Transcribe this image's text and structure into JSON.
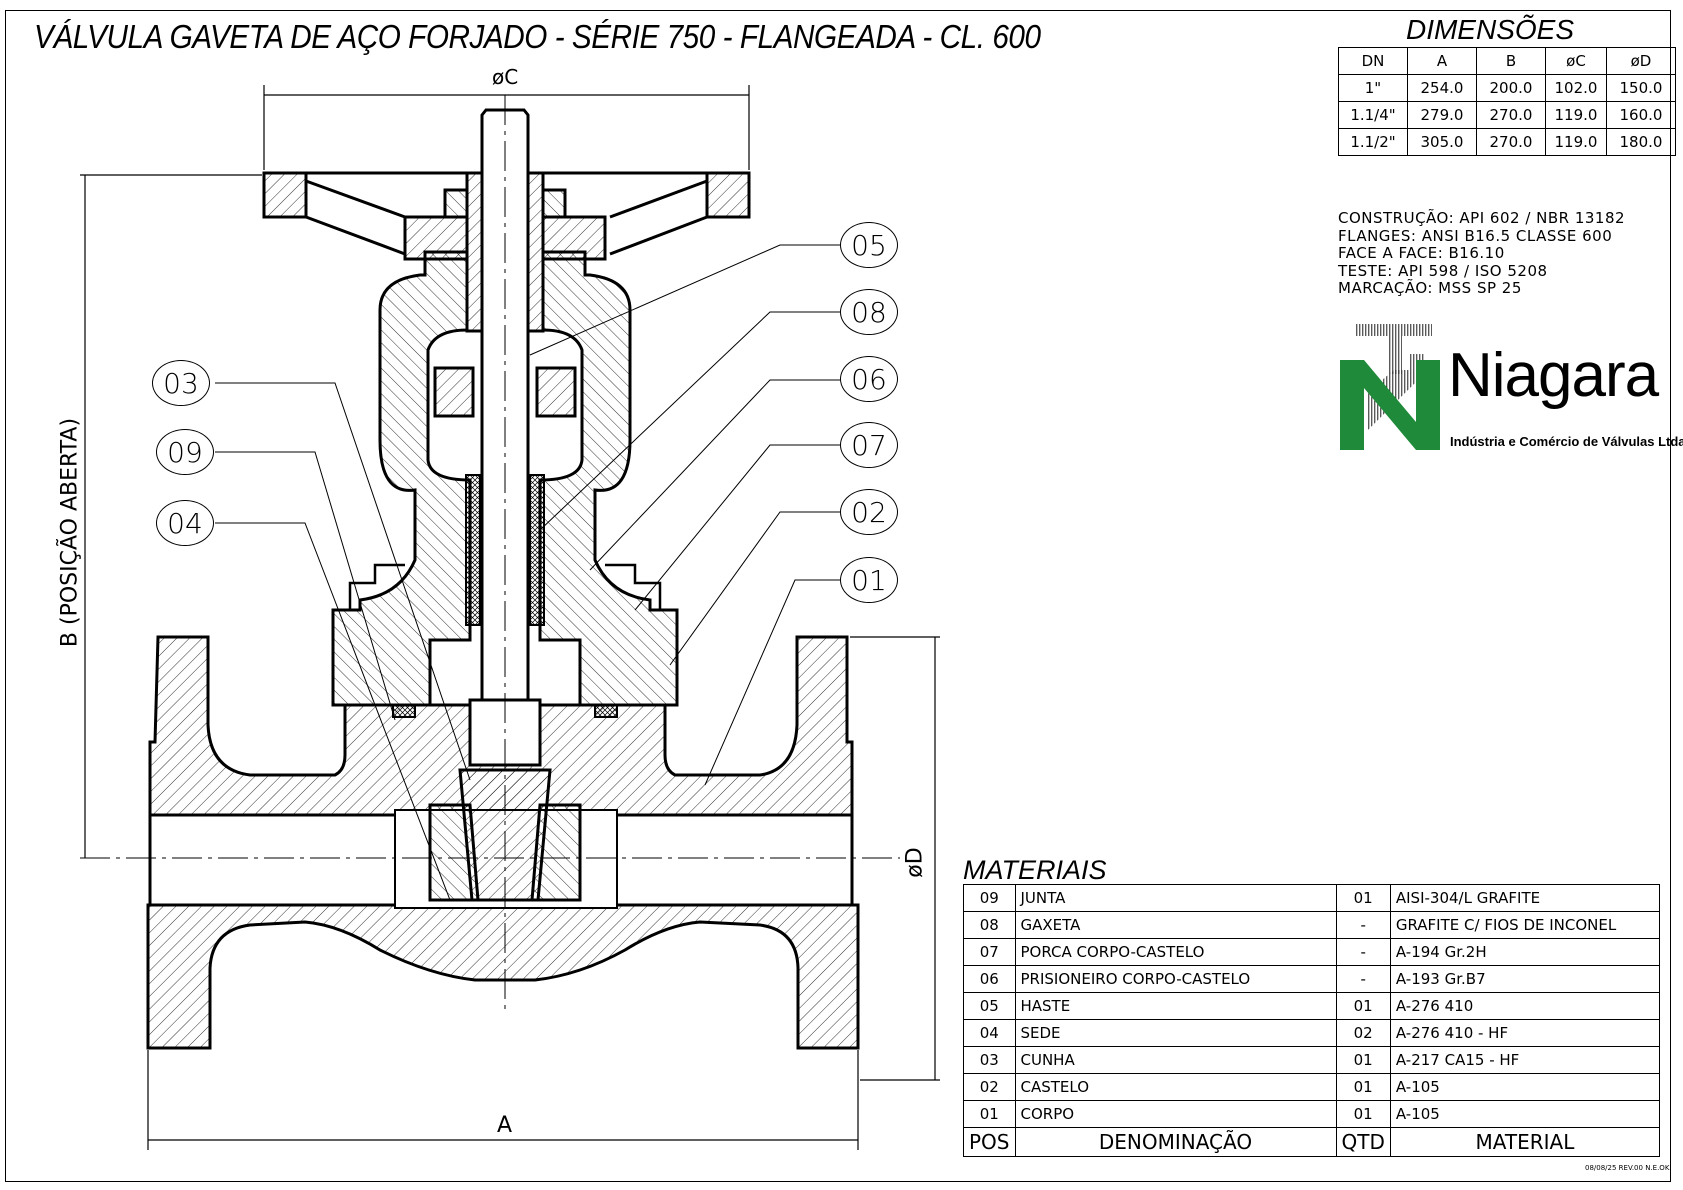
{
  "title": "VÁLVULA GAVETA DE AÇO FORJADO - SÉRIE 750 - FLANGEADA - CL. 600",
  "dimensions": {
    "title": "DIMENSÕES",
    "headers": [
      "DN",
      "A",
      "B",
      "øC",
      "øD"
    ],
    "rows": [
      [
        "1\"",
        "254.0",
        "200.0",
        "102.0",
        "150.0"
      ],
      [
        "1.1/4\"",
        "279.0",
        "270.0",
        "119.0",
        "160.0"
      ],
      [
        "1.1/2\"",
        "305.0",
        "270.0",
        "119.0",
        "180.0"
      ]
    ]
  },
  "specs": [
    "CONSTRUÇÃO: API 602 / NBR 13182",
    "FLANGES: ANSI B16.5 CLASSE 600",
    "FACE A FACE: B16.10",
    "TESTE: API 598 / ISO 5208",
    "MARCAÇÃO: MSS SP 25"
  ],
  "logo": {
    "name": "Niagara",
    "subtitle": "Indústria e Comércio de Válvulas Ltda",
    "green": "#1f8a3a"
  },
  "drawing": {
    "dim_labels": {
      "C": "øC",
      "A": "A",
      "B": "B (POSIÇÃO ABERTA)",
      "D": "øD"
    },
    "balloons_right": [
      "05",
      "08",
      "06",
      "07",
      "02",
      "01"
    ],
    "balloons_left": [
      "03",
      "09",
      "04"
    ]
  },
  "materials": {
    "title": "MATERIAIS",
    "rows": [
      [
        "09",
        "JUNTA",
        "01",
        "AISI-304/L GRAFITE"
      ],
      [
        "08",
        "GAXETA",
        "-",
        "GRAFITE C/ FIOS DE INCONEL"
      ],
      [
        "07",
        "PORCA CORPO-CASTELO",
        "-",
        "A-194 Gr.2H"
      ],
      [
        "06",
        "PRISIONEIRO CORPO-CASTELO",
        "-",
        "A-193 Gr.B7"
      ],
      [
        "05",
        "HASTE",
        "01",
        "A-276 410"
      ],
      [
        "04",
        "SEDE",
        "02",
        "A-276 410 - HF"
      ],
      [
        "03",
        "CUNHA",
        "01",
        "A-217 CA15 - HF"
      ],
      [
        "02",
        "CASTELO",
        "01",
        "A-105"
      ],
      [
        "01",
        "CORPO",
        "01",
        "A-105"
      ]
    ],
    "headers": [
      "POS",
      "DENOMINAÇÃO",
      "QTD",
      "MATERIAL"
    ]
  },
  "footer": "08/08/25 REV.00 N.E.OK"
}
